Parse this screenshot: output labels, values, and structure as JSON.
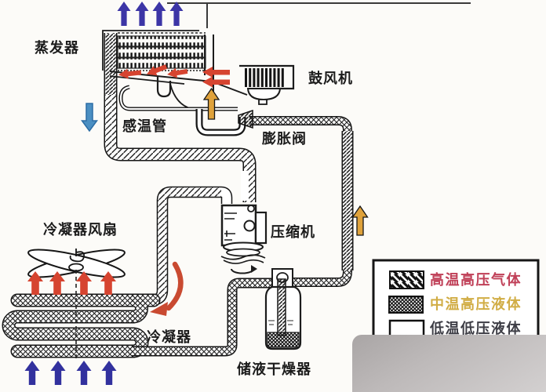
{
  "labels": {
    "evaporator": "蒸发器",
    "blower": "鼓风机",
    "sensing_tube": "感温管",
    "expansion_valve": "膨胀阀",
    "compressor": "压缩机",
    "condenser_fan": "冷凝器风扇",
    "condenser": "冷凝器",
    "receiver_drier": "储液干燥器"
  },
  "legend": {
    "items": [
      {
        "label": "高温高压气体",
        "color": "#c04058",
        "swatch_pattern": "diagonal-stripes"
      },
      {
        "label": "中温高压液体",
        "color": "#d1ad45",
        "swatch_pattern": "dense-crosshatch"
      },
      {
        "label": "低温低压液体",
        "color": "#3d3d45",
        "swatch_pattern": "plain-white"
      }
    ]
  },
  "colors": {
    "line": "#1c1c1c",
    "arrow_blue_top": "#3c35a6",
    "arrow_blue_bottom": "#32319e",
    "arrow_blue_down": "#4b8fc2",
    "arrow_red": "#d64430",
    "arrow_orange": "#dfa23b",
    "arrow_red_curve": "#c94a31",
    "watermark_gray": "#b5b1b1"
  }
}
